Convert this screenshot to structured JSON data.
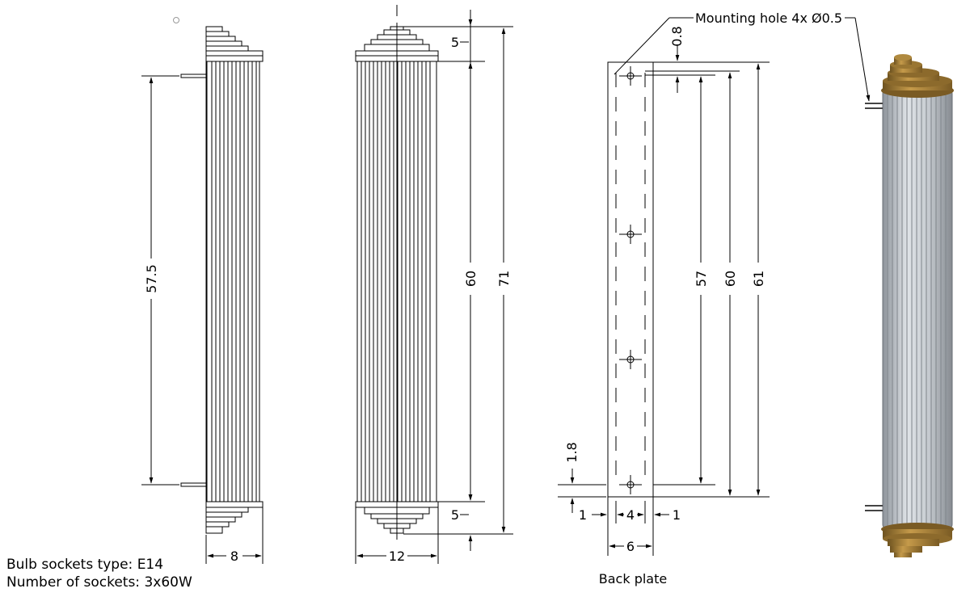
{
  "labels": {
    "mounting_hole": "Mounting hole 4x Ø0.5",
    "back_plate": "Back plate",
    "bulb_sockets": "Bulb sockets type: E14",
    "num_sockets": "Number of sockets: 3x60W"
  },
  "dimensions": {
    "side_height": "57.5",
    "side_width": "8",
    "front_top": "5",
    "front_body": "60",
    "front_total": "71",
    "front_bottom": "5",
    "front_width": "12",
    "plate_top_gap": "0.8",
    "plate_holes": "57",
    "plate_inner": "60",
    "plate_total": "61",
    "plate_bottom": "1.8",
    "plate_left": "1",
    "plate_mid": "4",
    "plate_right": "1",
    "plate_width": "6"
  },
  "colors": {
    "line": "#000000",
    "brass": "#a8823a",
    "brass_dark": "#6e5320",
    "glass": "#b9bec4",
    "glass_light": "#e6e9ec"
  }
}
